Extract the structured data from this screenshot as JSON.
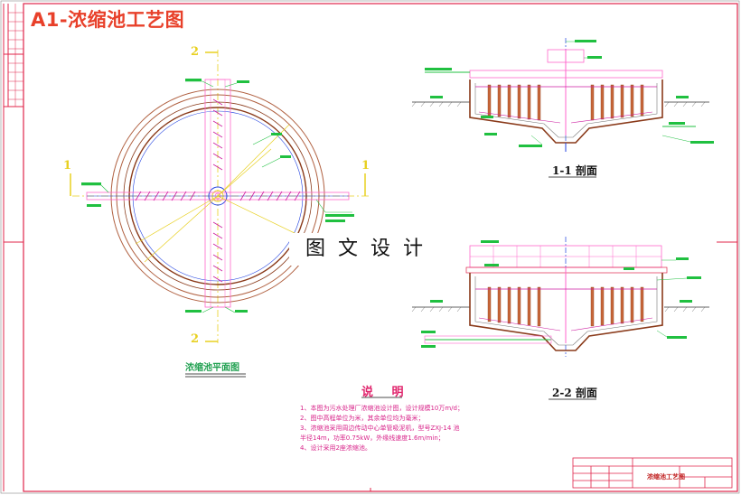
{
  "title": "A1-浓缩池工艺图",
  "watermark": "图文设计",
  "plan": {
    "caption": "浓缩池平面图",
    "section_marks": {
      "top": "2",
      "bottom": "2",
      "left": "1",
      "right": "1"
    }
  },
  "sections": {
    "s11": {
      "caption": "1-1 剖面"
    },
    "s22": {
      "caption": "2-2 剖面"
    }
  },
  "notes": {
    "heading": "说 明",
    "items": [
      "1、本图为污水处理厂浓缩池设计图，设计规模10万m/d；",
      "2、图中高程单位为米，其余单位均为毫米；",
      "3、浓缩池采用周边传动中心单管吸泥机，型号ZXJ-14 池",
      "半径14m，功率0.75kW，外缘线速度1.6m/min；",
      "4、设计采用2座浓缩池。"
    ]
  },
  "title_block": {
    "drawing_name": "浓缩池工艺图"
  },
  "colors": {
    "frame": "#e0244a",
    "title": "#e8402a",
    "pink_lines": "#ff66cc",
    "green_annot": "#20c040",
    "brown_wall": "#8a3a1a",
    "yellow": "#e8d020",
    "blue_pipe": "#2040e0",
    "magenta": "#cc1ea0"
  }
}
